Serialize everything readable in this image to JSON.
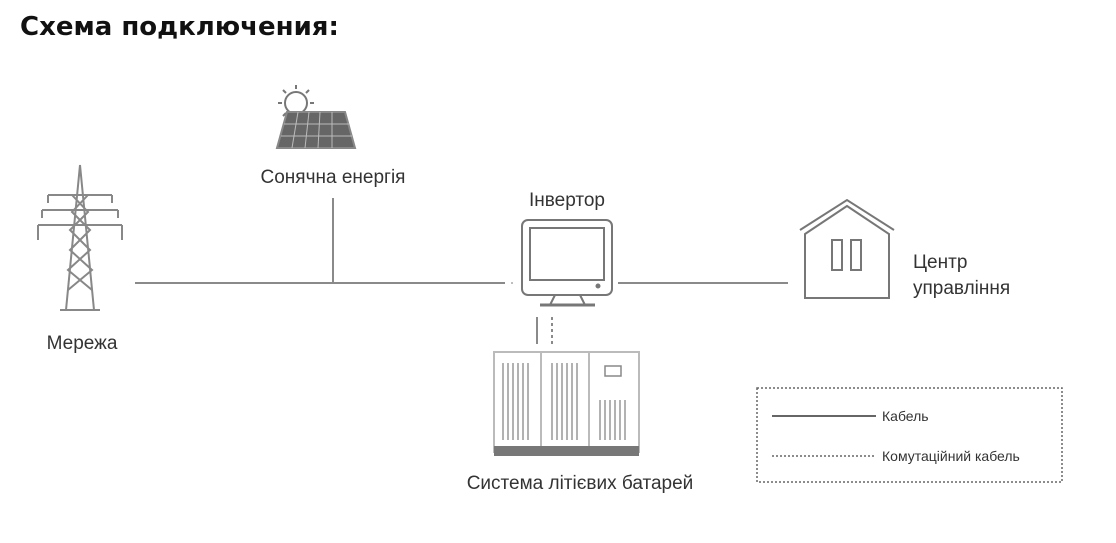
{
  "title": "Схема подключения:",
  "nodes": {
    "grid": "Мережа",
    "solar": "Сонячна енергія",
    "inverter": "Інвертор",
    "control_center_line1": "Центр",
    "control_center_line2": "управління",
    "battery": "Система літієвих батарей"
  },
  "legend": {
    "cable": "Кабель",
    "comm_cable": "Комутаційний кабель"
  },
  "colors": {
    "line": "#8a8a8a",
    "icon": "#777777"
  }
}
